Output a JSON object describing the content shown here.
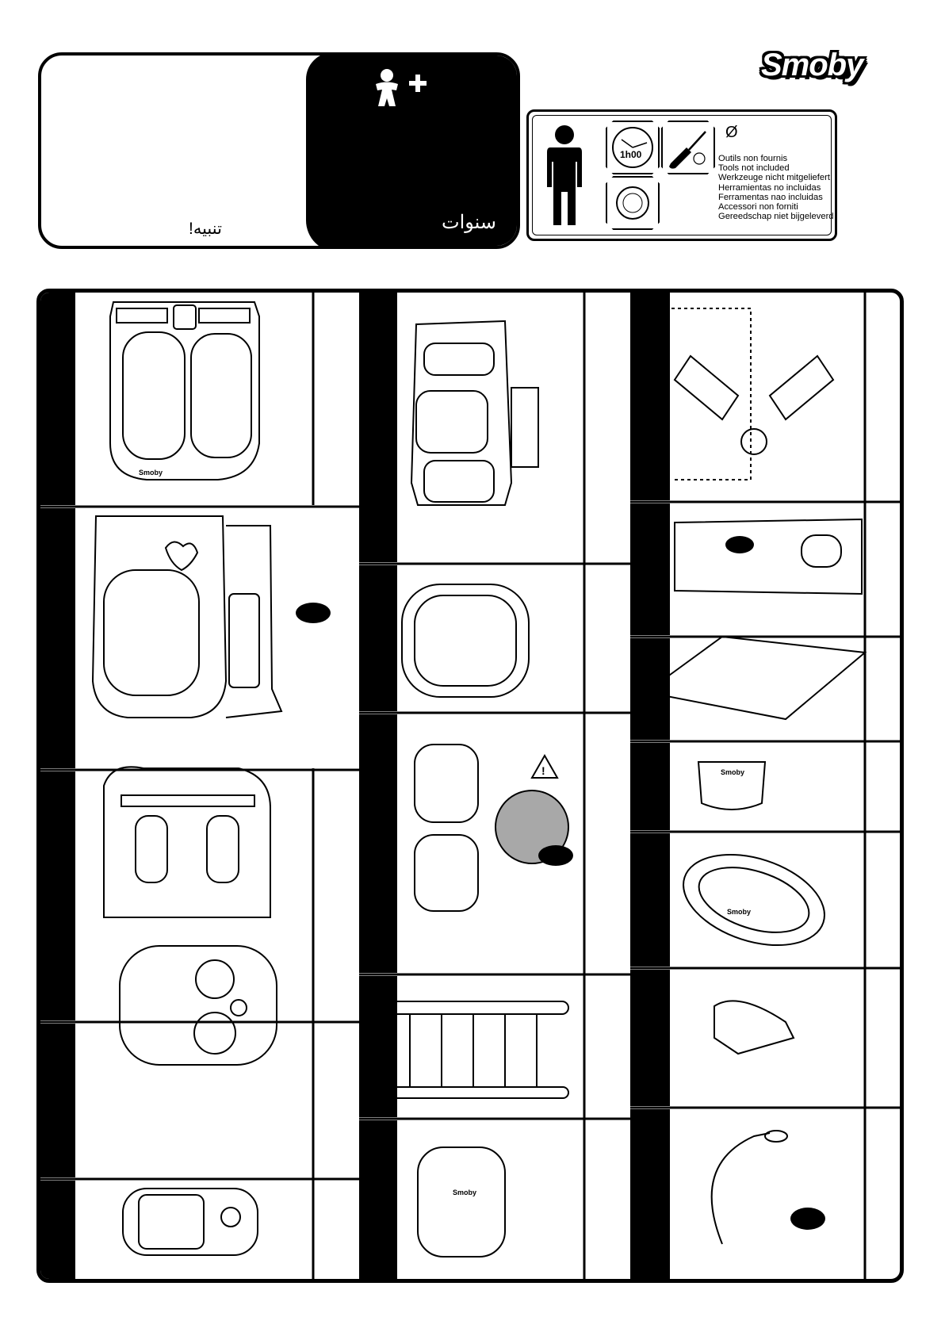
{
  "brand": {
    "logo_text": "Smoby"
  },
  "warning": {
    "label_arabic": "تنبيه!",
    "age_unit_arabic": "سنوات",
    "age_icon": "child-plus-icon"
  },
  "tools": {
    "diameter_symbol": "Ø",
    "duration": "1h00",
    "icons": [
      "adult-person-icon",
      "clock-icon",
      "screwdriver-icon",
      "battery-icon"
    ],
    "not_included": [
      "Outils non  fournis",
      "Tools not included",
      "Werkzeuge nicht mitgeliefert",
      "Herramientas no incluidas",
      "Ferramentas nao incluidas",
      "Accessori non forniti",
      "Gereedschap niet bijgeleverd"
    ]
  },
  "parts": {
    "labels_on_drawings": [
      "Smoby",
      "Smoby",
      "Smoby",
      "Smoby"
    ]
  },
  "colors": {
    "ink": "#000000",
    "paper": "#ffffff",
    "fill_grey": "#a8a8a8"
  }
}
